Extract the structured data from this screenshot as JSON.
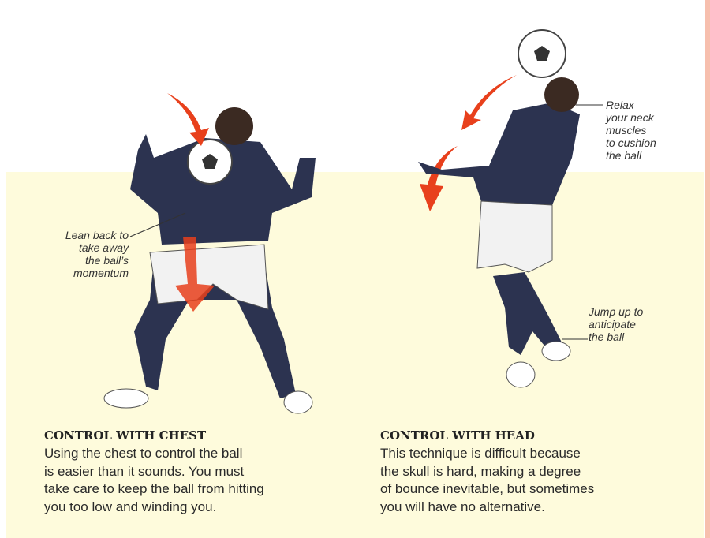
{
  "callouts": {
    "lean": [
      "Lean back to",
      "take away",
      "the ball’s",
      "momentum"
    ],
    "relax": [
      "Relax",
      "your neck",
      "muscles",
      "to cushion",
      "the ball"
    ],
    "jump": [
      "Jump up to",
      "anticipate",
      "the ball"
    ]
  },
  "sections": [
    {
      "heading": "CONTROL WITH CHEST",
      "lines": [
        "Using the chest to control the ball",
        "is easier than it sounds. You must",
        "take care to keep the ball from hitting",
        "you too low and winding you."
      ]
    },
    {
      "heading": "CONTROL WITH HEAD",
      "lines": [
        "This technique is difficult because",
        "the skull is hard, making a degree",
        "of bounce inevitable, but sometimes",
        "you will have no alternative."
      ]
    }
  ],
  "colors": {
    "background": "#fefbdc",
    "arrow": "#e8401c",
    "shirt": "#2c3350",
    "accent": "#f7bfae"
  }
}
